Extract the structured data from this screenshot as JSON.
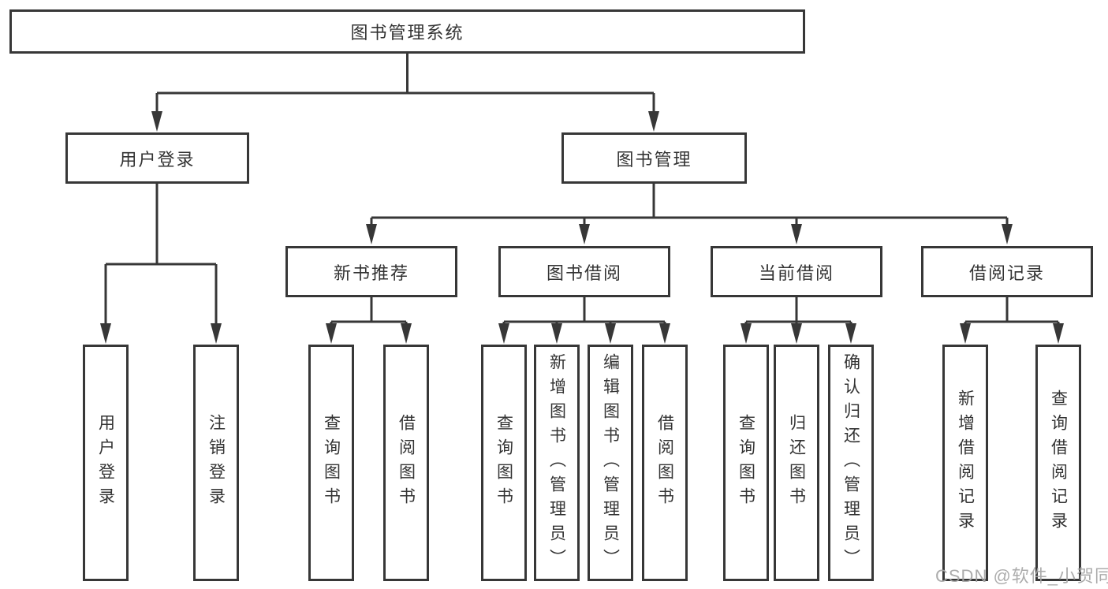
{
  "root": {
    "label": "图书管理系统"
  },
  "level2": [
    {
      "label": "用户登录",
      "leaves": [
        "用户登录",
        "注销登录"
      ]
    },
    {
      "label": "图书管理"
    }
  ],
  "level3": [
    {
      "label": "新书推荐",
      "leaves": [
        "查询图书",
        "借阅图书"
      ]
    },
    {
      "label": "图书借阅",
      "leaves": [
        "查询图书",
        "新增图书（管理员）",
        "编辑图书（管理员）",
        "借阅图书"
      ]
    },
    {
      "label": "当前借阅",
      "leaves": [
        "查询图书",
        "归还图书",
        "确认归还（管理员）"
      ]
    },
    {
      "label": "借阅记录",
      "leaves": [
        "新增借阅记录",
        "查询借阅记录"
      ]
    }
  ],
  "watermark": {
    "text": "CSDN @软件_小贺同学"
  },
  "colors": {
    "line": "#373737",
    "text": "#333333",
    "box_background": "#ffffff",
    "watermark": "#a5a5a5",
    "page_background": "#ffffff"
  }
}
